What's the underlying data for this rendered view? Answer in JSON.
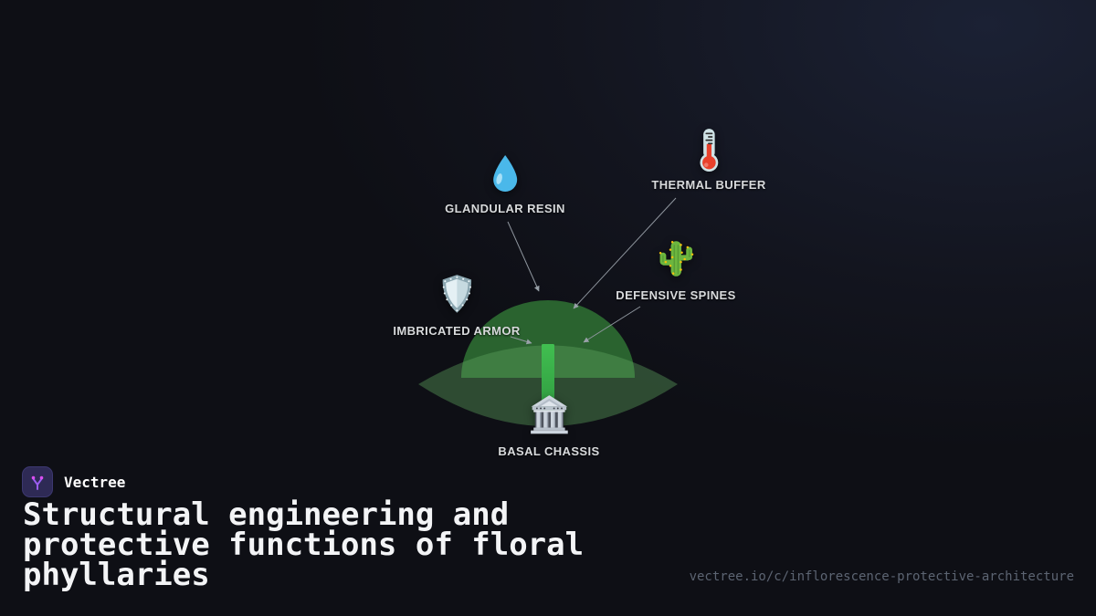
{
  "brand": {
    "name": "Vectree",
    "logo_icon": "vectree-branch-icon",
    "logo_bg": "#2e2a55",
    "logo_accent": "#a05df5"
  },
  "title": {
    "text": "Structural engineering and protective functions of floral phyllaries"
  },
  "footer_url": {
    "text": "vectree.io/c/inflorescence-protective-architecture"
  },
  "diagram": {
    "nodes": [
      {
        "label": "GLANDULAR RESIN",
        "icon": "droplet-icon"
      },
      {
        "label": "THERMAL BUFFER",
        "icon": "thermometer-icon"
      },
      {
        "label": "DEFENSIVE SPINES",
        "icon": "cactus-icon"
      },
      {
        "label": "IMBRICATED ARMOR",
        "icon": "shield-icon"
      },
      {
        "label": "BASAL CHASSIS",
        "icon": "bank-icon"
      }
    ],
    "colors": {
      "dome": "#2d6a32",
      "lens": "#5fa55f",
      "stem": "#3cb44a",
      "arrow": "#98a0a8",
      "label": "#d8dadc",
      "background": "#0e0f15"
    }
  }
}
